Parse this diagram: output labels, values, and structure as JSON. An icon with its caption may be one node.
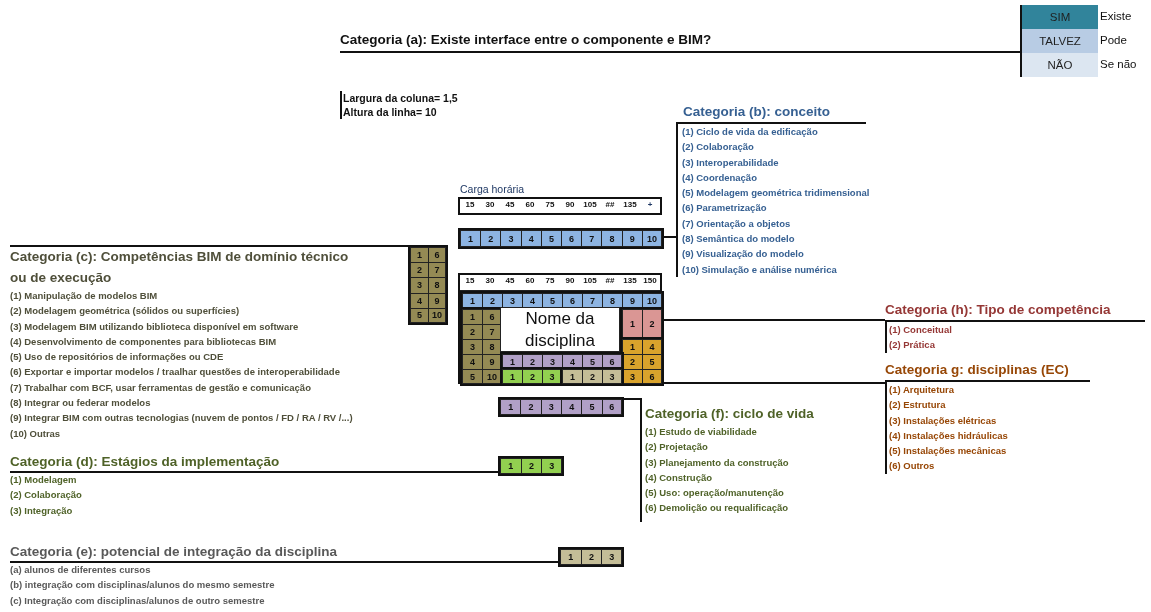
{
  "diagram": {
    "nodes": [
      {
        "text": [
          "Categoria (a): Existe interface entre o componente e BIM?"
        ]
      },
      {
        "text": [],
        "shape": "box"
      },
      {
        "text": [
          "SIM"
        ],
        "beside": [
          "Existe"
        ],
        "in": 1
      },
      {
        "text": [
          "TALVEZ"
        ],
        "beside": [
          "Pode"
        ],
        "in": 1
      },
      {
        "text": [
          "NÃO"
        ],
        "beside": [
          "Se não"
        ],
        "in": 1
      },
      {
        "text": [
          "Categoria (b): conceito",
          "(1) Ciclo de vida da edificação",
          "(2) Colaboração",
          "(3) Interoperabilidade",
          "(4) Coordenação",
          "(5) Modelagem geométrica tridimensional",
          "(6) Parametrização",
          "(7) Orientação a objetos",
          "(8) Semântica do modelo",
          "(9) Visualização do modelo",
          "(10)  Simulação e análise numérica"
        ]
      },
      {
        "text": [
          "Carga horária",
          "15",
          "30",
          "45",
          "60",
          "75",
          "90",
          "105",
          "##",
          "135",
          "+"
        ]
      },
      {
        "text": [
          "1",
          "2",
          "3",
          "4",
          "5",
          "6",
          "7",
          "8",
          "9",
          "10"
        ]
      },
      {
        "text": [
          "Categoria (c): Competências BIM de domínio técnico ou de execução",
          "(1) Manipulação de modelos BIM",
          "(2) Modelagem geométrica (sólidos ou superfícies)",
          "(3) Modelagem BIM utilizando biblioteca disponível em software",
          "(4) Desenvolvimento de componentes para bibliotecas BIM",
          "(5) Uso de repositórios de informações ou CDE",
          "(6) Exportar e importar modelos / traalhar questões de interoperabilidade",
          "(7) Trabalhar com BCF, usar ferramentas de gestão e comunicação",
          "(8) Integrar ou federar modelos",
          "(9) Integrar BIM com outras tecnologias (nuvem de pontos / FD / RA / RV /...)",
          "(10) Outras"
        ]
      },
      {
        "text": [
          "1",
          "6",
          "2",
          "7",
          "3",
          "8",
          "4",
          "9",
          "5",
          "10"
        ]
      },
      {
        "text": [],
        "shape": "box"
      },
      {
        "text": [
          "15",
          "30",
          "45",
          "60",
          "75",
          "90",
          "105",
          "##",
          "135",
          "150"
        ],
        "in": 10
      },
      {
        "text": [
          "1",
          "2",
          "3",
          "4",
          "5",
          "6",
          "7",
          "8",
          "9",
          "10"
        ],
        "in": 10
      },
      {
        "text": [
          "1",
          "6",
          "2",
          "7",
          "3",
          "8",
          "4",
          "9",
          "5",
          "10"
        ],
        "in": 10
      },
      {
        "text": [
          "Nome da disciplina"
        ],
        "in": 10
      },
      {
        "text": [
          "1",
          "2"
        ],
        "in": 10
      },
      {
        "text": [
          "1",
          "4",
          "2",
          "5",
          "3",
          "6"
        ],
        "in": 10
      },
      {
        "text": [
          "1",
          "2",
          "3",
          "4",
          "5",
          "6"
        ],
        "in": 10
      },
      {
        "text": [
          "1",
          "2",
          "3"
        ],
        "in": 10
      },
      {
        "text": [
          "1",
          "2",
          "3"
        ],
        "in": 10
      },
      {
        "text": [
          "Categoria (h): Tipo de competência",
          "(1) Conceitual",
          "(2) Prática"
        ]
      },
      {
        "text": [
          "Categoria g: disciplinas (EC)",
          "(1) Arquitetura",
          "(2) Estrutura",
          "(3) Instalações elétricas",
          "(4) Instalações hidráulicas",
          "(5) Instalações mecânicas",
          "(6) Outros"
        ]
      },
      {
        "text": [
          "1",
          "2",
          "3",
          "4",
          "5",
          "6"
        ]
      },
      {
        "text": [
          "Categoria (f): ciclo de vida",
          "(1) Estudo de viabilidade",
          "(2) Projetação",
          "(3) Planejamento da construção",
          "(4) Construção",
          "(5) Uso: operação/manutenção",
          "(6) Demolição ou requalificação"
        ]
      },
      {
        "text": [
          "Categoria (d): Estágios da implementação",
          "(1) Modelagem",
          "(2) Colaboração",
          "(3) Integração"
        ]
      },
      {
        "text": [
          "1",
          "2",
          "3"
        ]
      },
      {
        "text": [
          "Categoria (e): potencial de integração da disciplina",
          "(a) alunos de diferentes cursos",
          "(b) integração com disciplinas/alunos do mesmo semestre",
          "(c) Integração com disciplinas/alunos de outro semestre"
        ]
      },
      {
        "text": [
          "1",
          "2",
          "3"
        ]
      }
    ],
    "edges": [
      {
        "from": 0,
        "to": 1,
        "arrow": "none"
      },
      {
        "from": 7,
        "to": 5,
        "arrow": "none"
      },
      {
        "from": 8,
        "to": 9,
        "arrow": "none"
      },
      {
        "from": 15,
        "to": 20,
        "arrow": "none"
      },
      {
        "from": 16,
        "to": 21,
        "arrow": "none"
      },
      {
        "from": 22,
        "to": 23,
        "arrow": "none"
      },
      {
        "from": 24,
        "to": 25,
        "arrow": "none"
      },
      {
        "from": 26,
        "to": 27,
        "arrow": "none"
      }
    ],
    "labels": [
      "Largura da coluna= 1,5",
      "Altura da linha= 10"
    ]
  }
}
